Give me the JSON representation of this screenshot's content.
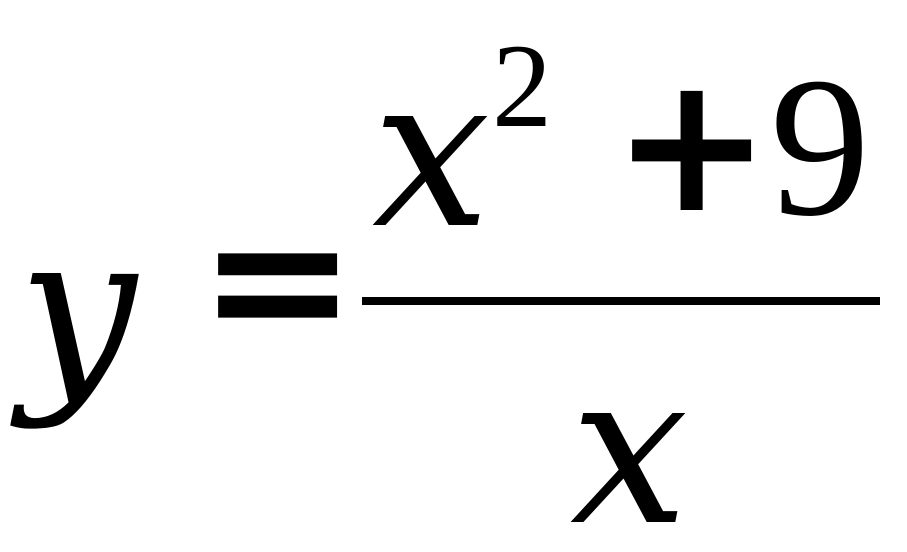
{
  "equation": {
    "lhs": "y",
    "equals": "=",
    "numerator": {
      "base": "x",
      "exponent": "2",
      "operator": "+",
      "constant": "9"
    },
    "denominator": "x"
  }
}
